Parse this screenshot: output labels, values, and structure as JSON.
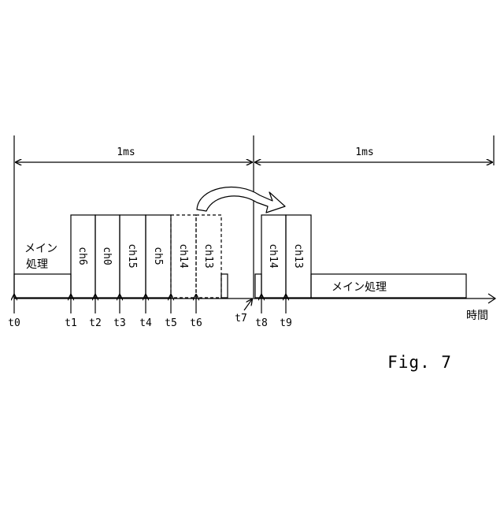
{
  "periods": [
    {
      "label": "1ms"
    },
    {
      "label": "1ms"
    }
  ],
  "main_process_label_line1": "メイン",
  "main_process_label_line2": "処理",
  "main_process_label_inline": "メイン処理",
  "channels_first": [
    {
      "label": "ch6",
      "style": "solid"
    },
    {
      "label": "ch0",
      "style": "solid"
    },
    {
      "label": "ch15",
      "style": "solid"
    },
    {
      "label": "ch5",
      "style": "solid"
    },
    {
      "label": "ch14",
      "style": "dashed"
    },
    {
      "label": "ch13",
      "style": "dashed"
    }
  ],
  "channels_second": [
    {
      "label": "ch14",
      "style": "solid"
    },
    {
      "label": "ch13",
      "style": "solid"
    }
  ],
  "time_markers": [
    "t0",
    "t1",
    "t2",
    "t3",
    "t4",
    "t5",
    "t6",
    "t7",
    "t8",
    "t9"
  ],
  "time_axis_label": "時間",
  "figure_caption": "Fig. 7",
  "arrow_icon": "curved-arrow-icon"
}
